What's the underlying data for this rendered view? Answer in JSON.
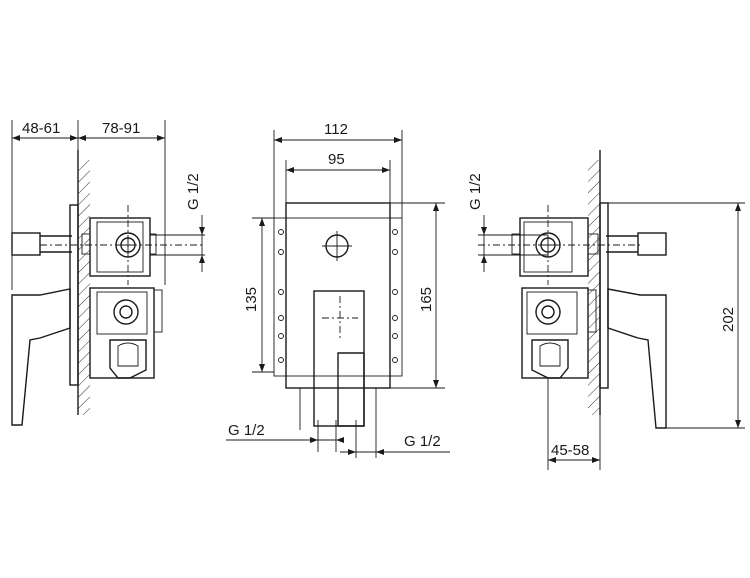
{
  "left_view": {
    "dim_wall_depth": "48-61",
    "dim_body_depth": "78-91",
    "dim_thread": "G 1/2"
  },
  "front_view": {
    "dim_outer_width": "112",
    "dim_inner_width": "95",
    "dim_inner_height": "135",
    "dim_outer_height": "165",
    "dim_thread_left": "G 1/2",
    "dim_thread_right": "G 1/2"
  },
  "right_view": {
    "dim_thread": "G 1/2",
    "dim_total_height": "202",
    "dim_wall_depth": "45-58"
  }
}
